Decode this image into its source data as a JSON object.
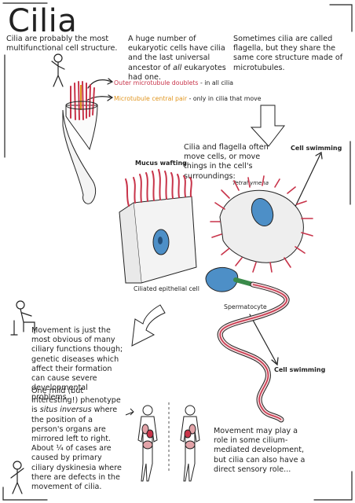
{
  "title": "Cilia",
  "intro": "Cilia are probably the most multifunctional cell structure.",
  "ancestor": {
    "pre": "A huge number of eukaryotic cells have cilia and the last universal ancestor of ",
    "em": "all",
    "post": " eukaryotes had one."
  },
  "flagella": "Sometimes cilia are called flagella, but they share the same core structure made of microtubules.",
  "labels": {
    "outer_colored": "Outer microtubule doublets",
    "outer_rest": " - in all cilia",
    "central_colored": "Microtubule central pair",
    "central_rest": " - only in cilia that move",
    "move": "Cilia and flagella often move cells, or move things in the cell's surroundings:",
    "mucus": "Mucus wafting",
    "cell_swimming_top": "Cell swimming",
    "tetrahymena": "Tetrahymena",
    "epithelial": "Ciliated epithelial cell",
    "spermatocyte": "Spermatocyte",
    "cell_swimming_bottom": "Cell swimming"
  },
  "movement": "Movement is just the most obvious of many ciliary functions though; genetic diseases which affect their formation can cause severe developmental problems.",
  "situs": {
    "pre": "One mild (but interesting!) phenotype is ",
    "em": "situs inversus",
    "post": " where the position of a person's organs are mirrored left to right. About ¼ of cases are caused by primary ciliary dyskinesia where there are defects in the movement of cilia."
  },
  "sensory": "Movement may play a role in some cilium-mediated development, but cilia can also have a direct sensory role...",
  "colors": {
    "cilia_red": "#c8344a",
    "central_orange": "#e0951e",
    "nucleus_blue": "#4d8fc7",
    "organ_pink": "#e3a3a8",
    "green": "#3a8a4a"
  }
}
